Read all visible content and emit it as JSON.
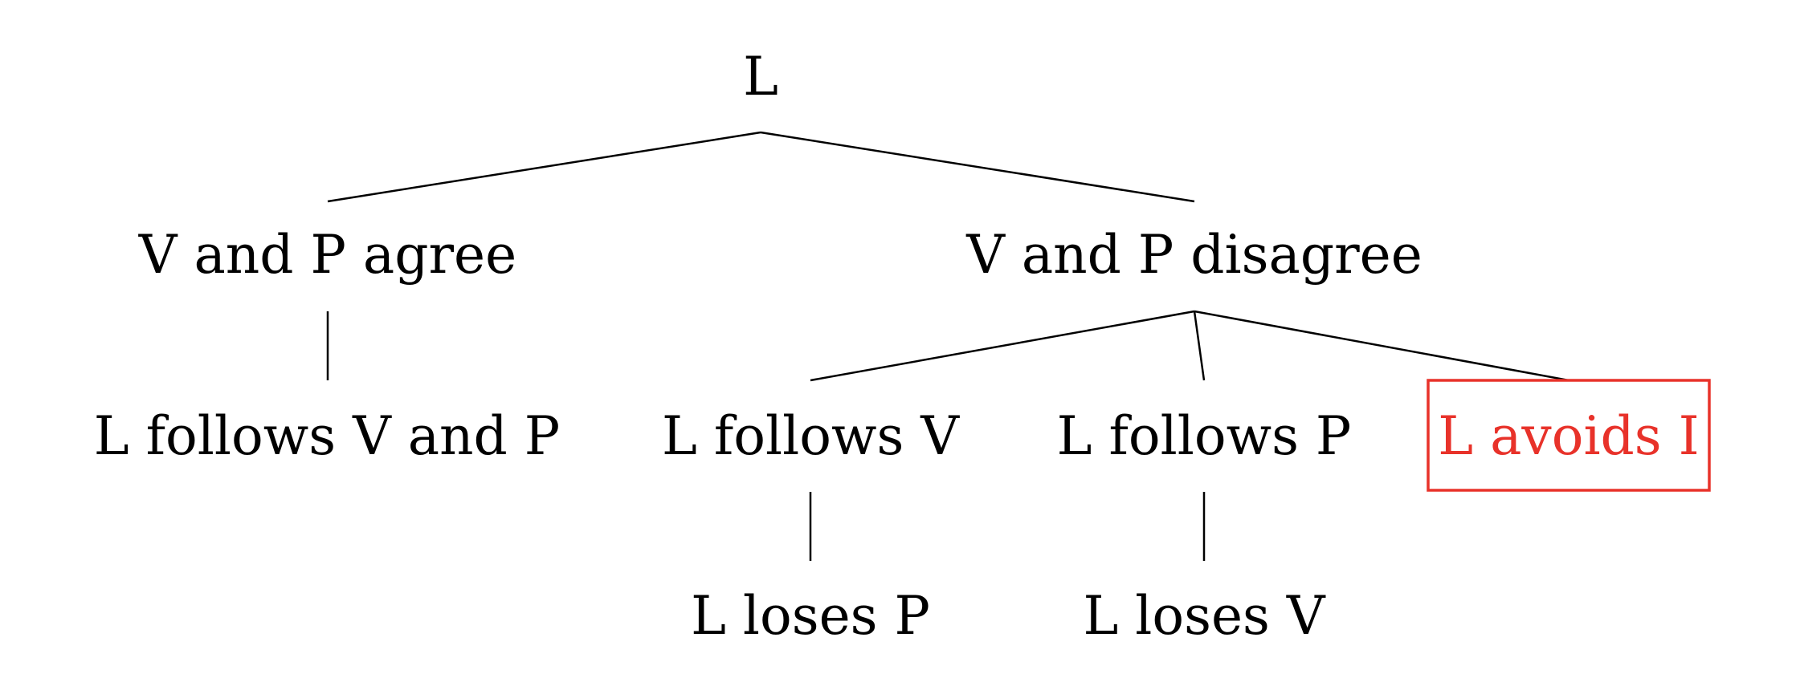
{
  "tree": {
    "root": "L",
    "agree": "V and P agree",
    "disagree": "V and P disagree",
    "follows_both": "L follows V and P",
    "follows_v": "L follows V",
    "follows_p": "L follows P",
    "avoids_i": "L avoids I",
    "loses_p": "L loses P",
    "loses_v": "L loses V"
  },
  "colors": {
    "highlight": "#e8322a",
    "text": "#000000"
  }
}
